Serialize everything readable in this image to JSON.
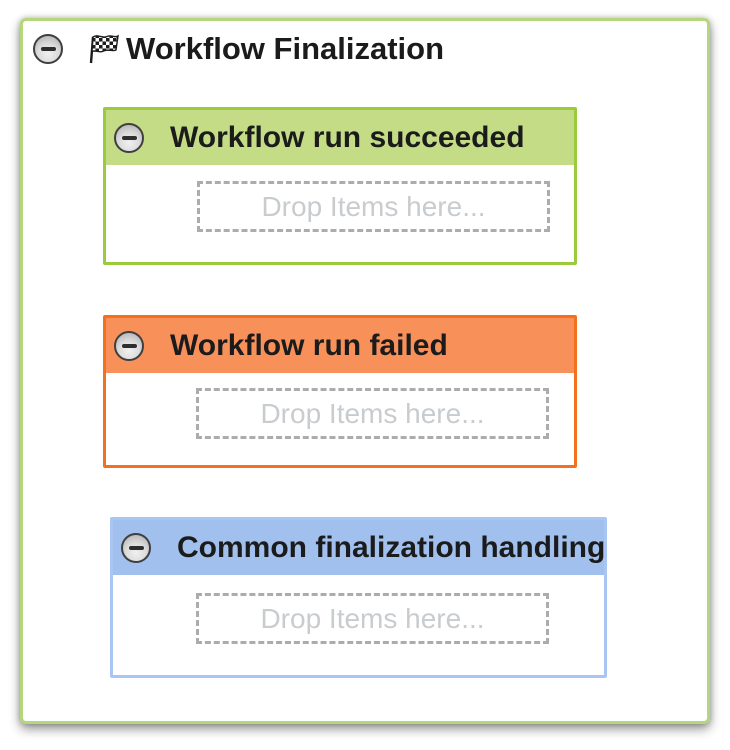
{
  "panel": {
    "title": "Workflow Finalization",
    "border_color": "#B5D77B",
    "collapse_icon": "minus-circle-icon",
    "flag_icon": "checkered-flag-icon"
  },
  "sections": [
    {
      "title": "Workflow run succeeded",
      "border_color": "#9BCB3D",
      "header_color": "#C3DC85",
      "collapse_icon": "minus-circle-icon",
      "drop_zone": {
        "placeholder": "Drop Items here...",
        "border_color": "#ACACAC",
        "text_color": "#C9CCCF"
      }
    },
    {
      "title": "Workflow run failed",
      "border_color": "#F3701E",
      "header_color": "#F8905A",
      "collapse_icon": "minus-circle-icon",
      "drop_zone": {
        "placeholder": "Drop Items here...",
        "border_color": "#ACACAC",
        "text_color": "#C9CCCF"
      }
    },
    {
      "title": "Common finalization handling",
      "border_color": "#A9C6F2",
      "header_color": "#A1C0EE",
      "collapse_icon": "minus-circle-icon",
      "drop_zone": {
        "placeholder": "Drop Items here...",
        "border_color": "#ACACAC",
        "text_color": "#C9CCCF"
      }
    }
  ]
}
